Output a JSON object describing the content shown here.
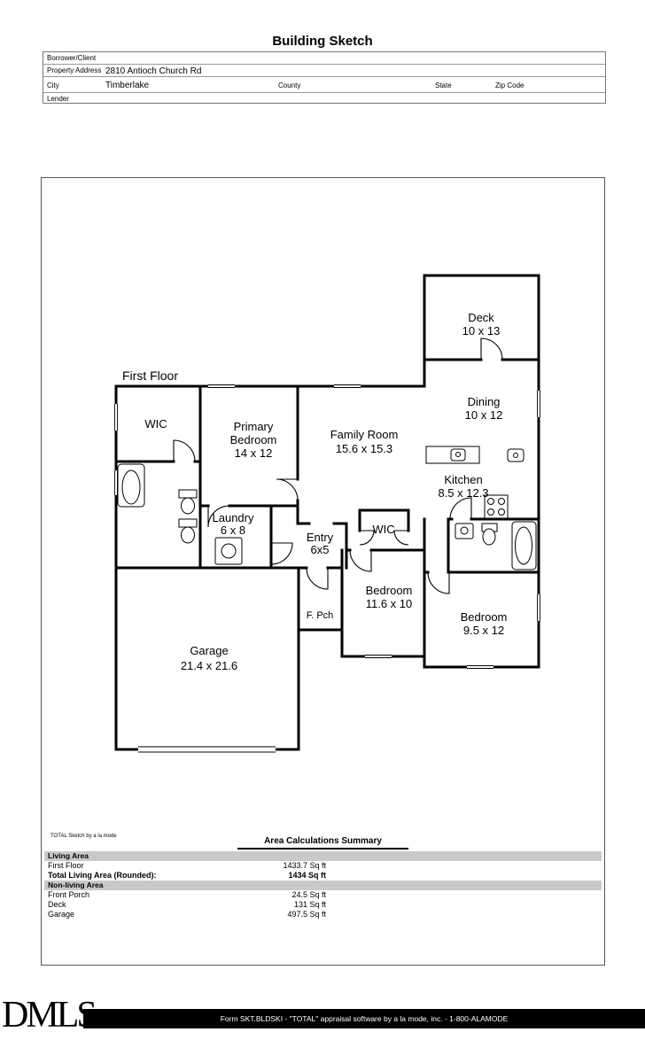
{
  "title": "Building Sketch",
  "form": {
    "borrower_label": "Borrower/Client",
    "property_address_label": "Property Address",
    "property_address_value": "2810 Antioch Church Rd",
    "city_label": "City",
    "city_value": "Timberlake",
    "county_label": "County",
    "state_label": "State",
    "zip_label": "Zip Code",
    "lender_label": "Lender"
  },
  "sketch": {
    "floor_label": "First Floor",
    "credit": "TOTAL Sketch by a la mode",
    "rooms": {
      "deck": {
        "name": "Deck",
        "dims": "10 x 13"
      },
      "dining": {
        "name": "Dining",
        "dims": "10 x 12"
      },
      "family_room": {
        "name": "Family Room",
        "dims": "15.6 x 15.3"
      },
      "wic_1": {
        "name": "WIC"
      },
      "primary_bedroom": {
        "line1": "Primary",
        "line2": "Bedroom",
        "dims": "14 x 12"
      },
      "kitchen": {
        "name": "Kitchen",
        "dims": "8.5 x 12.3"
      },
      "laundry": {
        "name": "Laundry",
        "dims": "6 x 8"
      },
      "entry": {
        "name": "Entry",
        "dims": "6x5"
      },
      "wic_2": {
        "name": "WIC"
      },
      "bedroom_1": {
        "name": "Bedroom",
        "dims": "11.6 x 10"
      },
      "bedroom_2": {
        "name": "Bedroom",
        "dims": "9.5 x 12"
      },
      "front_porch": {
        "name": "F. Pch"
      },
      "garage": {
        "name": "Garage",
        "dims": "21.4 x 21.6"
      }
    }
  },
  "area_summary": {
    "title": "Area Calculations Summary",
    "living_header": "Living Area",
    "living_rows": [
      {
        "label": "First Floor",
        "value": "1433.7 Sq ft"
      },
      {
        "label": "Total Living Area (Rounded):",
        "value": "1434 Sq ft"
      }
    ],
    "nonliving_header": "Non-living Area",
    "nonliving_rows": [
      {
        "label": "Front Porch",
        "value": "24.5 Sq ft"
      },
      {
        "label": "Deck",
        "value": "131 Sq ft"
      },
      {
        "label": "Garage",
        "value": "497.5 Sq ft"
      }
    ]
  },
  "footer": {
    "logo": "DMLS",
    "form_text": "Form SKT.BLDSKI - \"TOTAL\" appraisal software by a la mode, inc. - 1-800-ALAMODE"
  }
}
